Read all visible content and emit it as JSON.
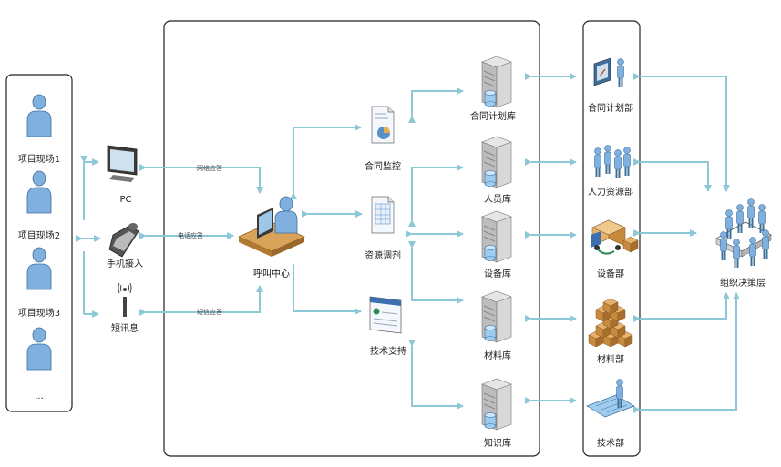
{
  "colors": {
    "connector": "#8cc8d8",
    "person_fill": "#7fb0e0",
    "person_stroke": "#3d6f9a",
    "server_fill": "#c9c9c9",
    "panel_border": "#222222"
  },
  "left_panel": {
    "sites": [
      {
        "label": "项目现场1",
        "icon": "person-icon"
      },
      {
        "label": "项目现场2",
        "icon": "person-icon"
      },
      {
        "label": "项目现场3",
        "icon": "person-icon"
      },
      {
        "label": "",
        "icon": "person-icon"
      }
    ],
    "ellipsis": "..."
  },
  "channels": [
    {
      "label": "PC",
      "link_label": "网络应答",
      "icon": "monitor-icon"
    },
    {
      "label": "手机接入",
      "link_label": "电话应答",
      "icon": "mobile-phone-icon"
    },
    {
      "label": "短讯息",
      "link_label": "短信应答",
      "icon": "antenna-icon"
    }
  ],
  "call_center": {
    "label": "呼叫中心",
    "icon": "call-center-operator-icon"
  },
  "services": [
    {
      "label": "合同监控",
      "icon": "pie-chart-document-icon"
    },
    {
      "label": "资源调剂",
      "icon": "spreadsheet-document-icon"
    },
    {
      "label": "技术支持",
      "icon": "web-page-icon"
    }
  ],
  "databases": [
    {
      "label": "合同计划库",
      "icon": "database-server-icon"
    },
    {
      "label": "人员库",
      "icon": "database-server-icon"
    },
    {
      "label": "设备库",
      "icon": "database-server-icon"
    },
    {
      "label": "材料库",
      "icon": "database-server-icon"
    },
    {
      "label": "知识库",
      "icon": "database-server-icon"
    }
  ],
  "departments": [
    {
      "label": "合同计划部",
      "icon": "presenter-icon"
    },
    {
      "label": "人力资源部",
      "icon": "group-of-people-icon"
    },
    {
      "label": "设备部",
      "icon": "delivery-truck-icon"
    },
    {
      "label": "材料部",
      "icon": "stacked-boxes-icon"
    },
    {
      "label": "技术部",
      "icon": "blueprint-icon"
    }
  ],
  "decision_layer": {
    "label": "组织决策层",
    "icon": "meeting-table-icon"
  }
}
